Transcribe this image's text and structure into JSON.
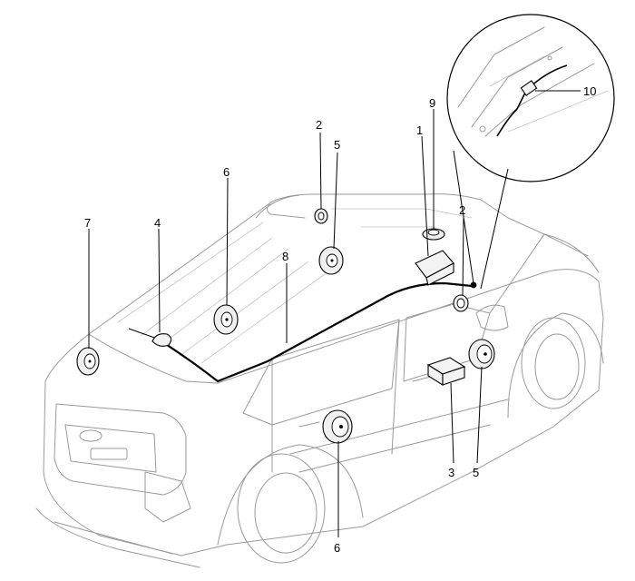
{
  "callouts": {
    "c1": "1",
    "c2a": "2",
    "c2b": "2",
    "c3": "3",
    "c4": "4",
    "c5a": "5",
    "c5b": "5",
    "c6a": "6",
    "c6b": "6",
    "c7": "7",
    "c8": "8",
    "c9": "9",
    "c10": "10"
  }
}
